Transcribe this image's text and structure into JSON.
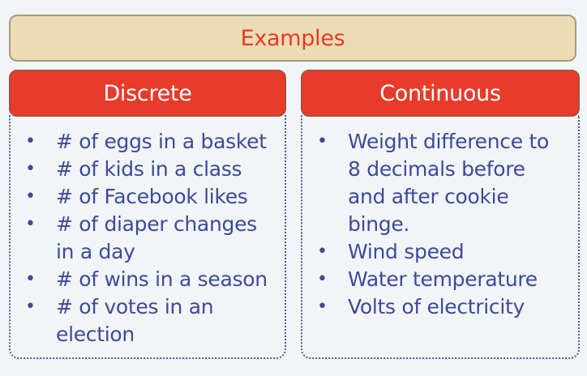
{
  "title": "Examples",
  "columns": [
    {
      "header": "Discrete",
      "items": [
        "# of eggs in a basket",
        "# of kids in a class",
        "# of Facebook likes",
        "# of diaper changes\nin a day",
        "# of wins in a season",
        "# of votes in an\nelection"
      ]
    },
    {
      "header": "Continuous",
      "items": [
        "Weight difference to\n8 decimals before\nand after cookie\nbinge.",
        "Wind speed",
        "Water temperature",
        "Volts of electricity"
      ]
    }
  ],
  "colors": {
    "title_bg": "#ecdcb4",
    "title_text": "#e43a2a",
    "header_bg": "#e83b2a",
    "header_text": "#ffffff",
    "item_text": "#3d4a9a",
    "background": "#f2f5f7"
  },
  "bullet": "•"
}
